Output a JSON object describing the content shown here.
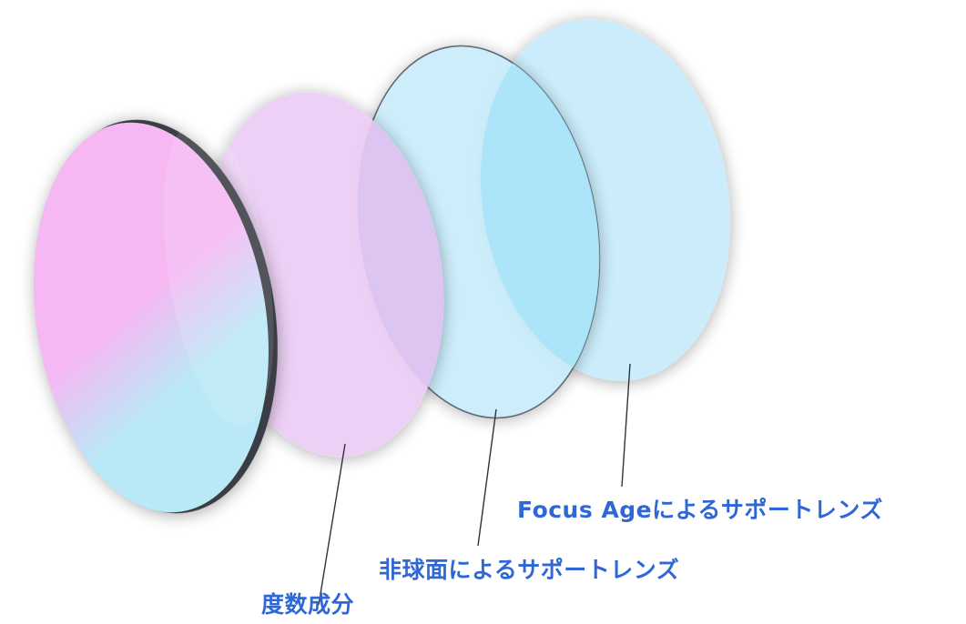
{
  "labels": {
    "focus_age": "Focus Ageによるサポートレンズ",
    "aspheric": "非球面によるサポートレンズ",
    "power": "度数成分"
  },
  "colors": {
    "label_text": "#2f68d6",
    "leader_line": "#333333",
    "lens_power": "#f6b8f3",
    "lens_power_lower": "#b9e9f6",
    "lens_power_rim": "#3a3d44",
    "lens_violet": "#eccdf5",
    "lens_aspheric": "#c8ecfb",
    "lens_focus_age": "#c7ecfb",
    "overlap_violet": "#dcc3f2",
    "overlap_cyan": "#a7e3f9"
  }
}
